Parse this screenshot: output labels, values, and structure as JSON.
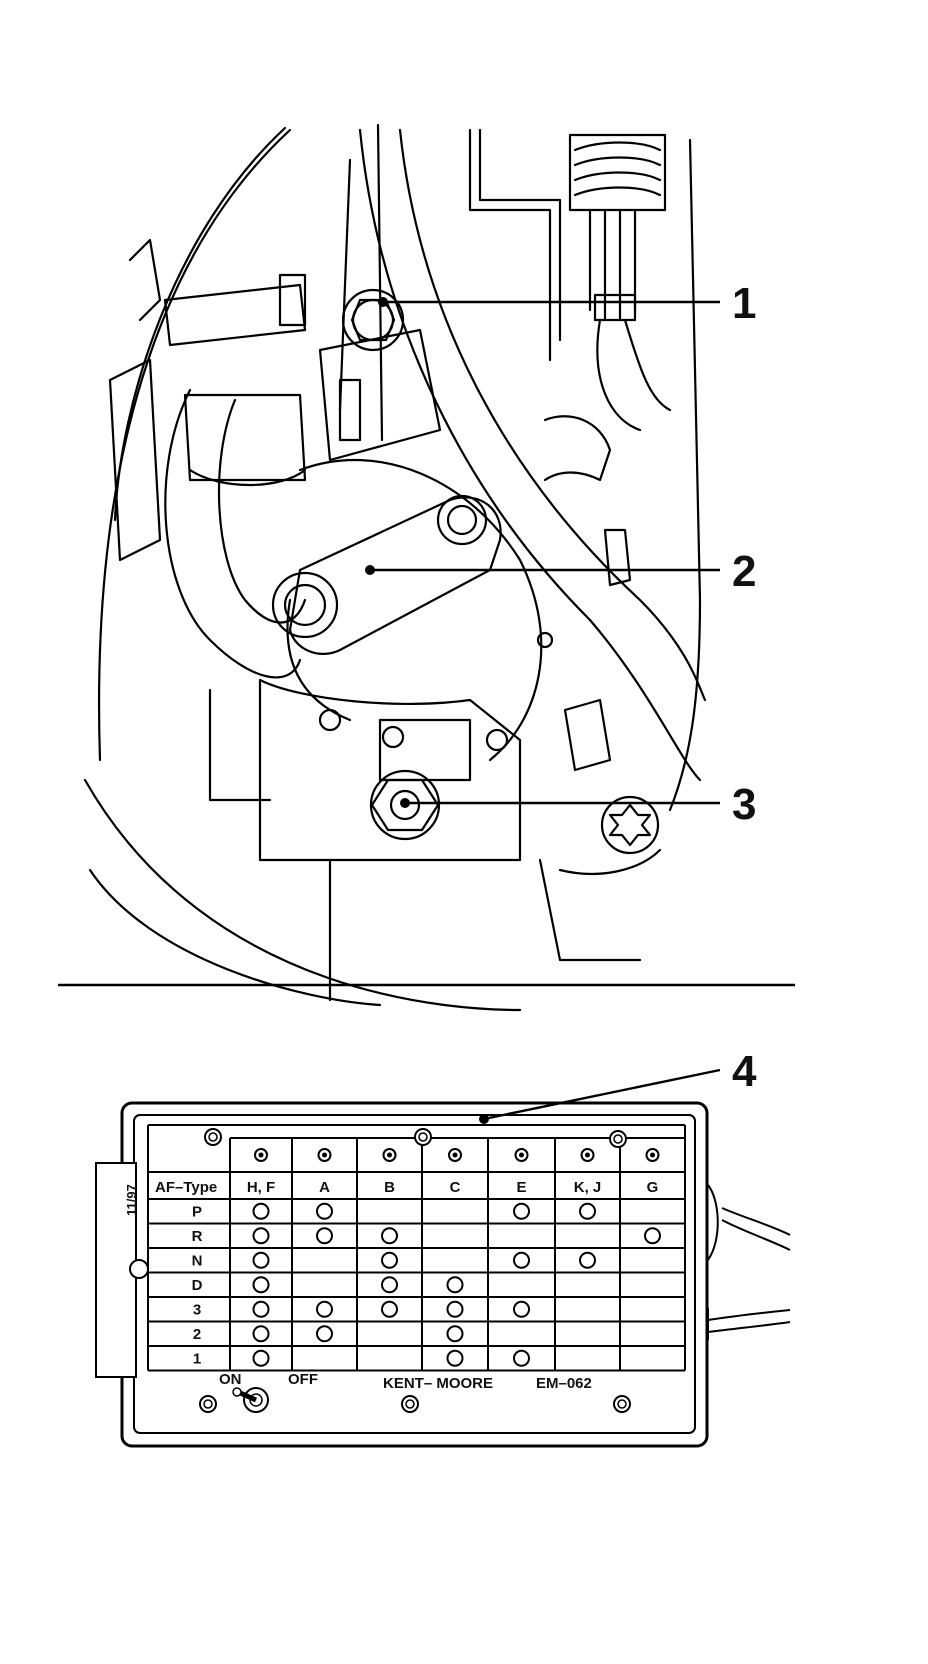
{
  "callouts": [
    "1",
    "2",
    "3",
    "4"
  ],
  "tester": {
    "header_label": "AF–Type",
    "columns": [
      "H, F",
      "A",
      "B",
      "C",
      "E",
      "K, J",
      "G"
    ],
    "rows": [
      {
        "label": "P",
        "on": [
          0,
          1,
          4,
          5
        ]
      },
      {
        "label": "R",
        "on": [
          0,
          1,
          2,
          6
        ]
      },
      {
        "label": "N",
        "on": [
          0,
          2,
          4,
          5
        ]
      },
      {
        "label": "D",
        "on": [
          0,
          2,
          3
        ]
      },
      {
        "label": "3",
        "on": [
          0,
          1,
          2,
          3,
          4
        ]
      },
      {
        "label": "2",
        "on": [
          0,
          1,
          3
        ]
      },
      {
        "label": "1",
        "on": [
          0,
          3,
          4
        ]
      }
    ],
    "side_label": "11/97",
    "switch_on": "ON",
    "switch_off": "OFF",
    "brand": "KENT– MOORE",
    "model": "EM–062"
  }
}
